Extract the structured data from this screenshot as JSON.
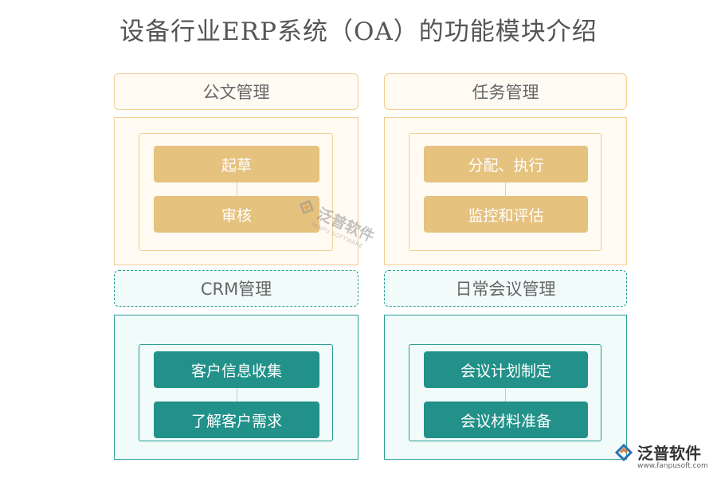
{
  "title": "设备行业ERP系统（OA）的功能模块介绍",
  "modules": [
    {
      "header": "公文管理",
      "items": [
        "起草",
        "审核"
      ]
    },
    {
      "header": "任务管理",
      "items": [
        "分配、执行",
        "监控和评估"
      ]
    },
    {
      "header": "CRM管理",
      "items": [
        "客户信息收集",
        "了解客户需求"
      ]
    },
    {
      "header": "日常会议管理",
      "items": [
        "会议计划制定",
        "会议材料准备"
      ]
    }
  ],
  "watermark": {
    "brand": "泛普软件",
    "sub": "FANPU SOFTWARE"
  },
  "logo": {
    "brand": "泛普软件",
    "url": "www.fanpusoft.com"
  },
  "colors": {
    "orange": "#e6c27f",
    "teal": "#229189"
  }
}
